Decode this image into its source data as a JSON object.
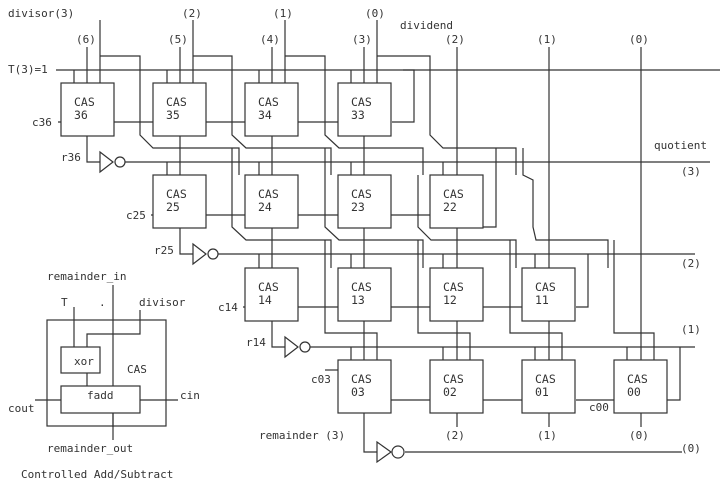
{
  "top_labels": {
    "divisor": "divisor(3)",
    "divisor_bits": [
      "(2)",
      "(1)",
      "(0)"
    ],
    "dividend": "dividend",
    "dividend_bits": [
      "(6)",
      "(5)",
      "(4)",
      "(3)",
      "(2)",
      "(1)",
      "(0)"
    ],
    "t_input": "T(3)=1"
  },
  "cells": [
    {
      "label": "CAS",
      "id": "36"
    },
    {
      "label": "CAS",
      "id": "35"
    },
    {
      "label": "CAS",
      "id": "34"
    },
    {
      "label": "CAS",
      "id": "33"
    },
    {
      "label": "CAS",
      "id": "25"
    },
    {
      "label": "CAS",
      "id": "24"
    },
    {
      "label": "CAS",
      "id": "23"
    },
    {
      "label": "CAS",
      "id": "22"
    },
    {
      "label": "CAS",
      "id": "14"
    },
    {
      "label": "CAS",
      "id": "13"
    },
    {
      "label": "CAS",
      "id": "12"
    },
    {
      "label": "CAS",
      "id": "11"
    },
    {
      "label": "CAS",
      "id": "03"
    },
    {
      "label": "CAS",
      "id": "02"
    },
    {
      "label": "CAS",
      "id": "01"
    },
    {
      "label": "CAS",
      "id": "00"
    }
  ],
  "carry_labels": [
    "c36",
    "c25",
    "c14",
    "c03",
    "c00"
  ],
  "row_labels": [
    "r36",
    "r25",
    "r14"
  ],
  "quotient": {
    "title": "quotient",
    "bits": [
      "(3)",
      "(2)",
      "(1)",
      "(0)"
    ]
  },
  "remainder": {
    "title": "remainder (3)",
    "bits": [
      "(2)",
      "(1)",
      "(0)"
    ]
  },
  "legend": {
    "remainder_in": "remainder_in",
    "t": "T",
    "dot": ".",
    "divisor": "divisor",
    "xor": "xor",
    "cas": "CAS",
    "fadd": "fadd",
    "cin": "cin",
    "cout": "cout",
    "remainder_out": "remainder_out",
    "caption": "Controlled Add/Subtract"
  }
}
